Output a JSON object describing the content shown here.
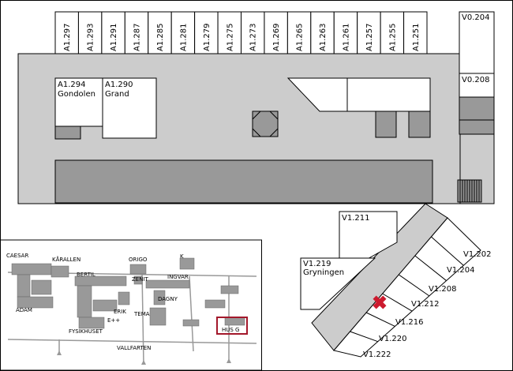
{
  "colors": {
    "floor": "#cccccc",
    "dark": "#999999",
    "outline": "#000000",
    "room": "#ffffff",
    "marker": "#cc1a2e",
    "highlight": "#a3182b"
  },
  "top_rooms": [
    "A1.297",
    "A1.293",
    "A1.291",
    "A1.287",
    "A1.285",
    "A1.281",
    "A1.279",
    "A1.275",
    "A1.273",
    "A1.269",
    "A1.265",
    "A1.263",
    "A1.261",
    "A1.257",
    "A1.255",
    "A1.251"
  ],
  "right_rooms": {
    "v204": "V0.204",
    "v208": "V0.208"
  },
  "rooms": {
    "a1294": {
      "code": "A1.294",
      "name": "Gondolen"
    },
    "a1290": {
      "code": "A1.290",
      "name": "Grand"
    },
    "v1211": {
      "code": "V1.211"
    },
    "v1219": {
      "code": "V1.219",
      "name": "Gryningen"
    }
  },
  "wing_rooms": [
    "V1.202",
    "V1.204",
    "V1.208",
    "V1.212",
    "V1.216",
    "V1.220",
    "V1.222"
  ],
  "marker_icon": "cross-marker-icon",
  "overview": {
    "buildings": [
      "CAESAR",
      "KÅRALLEN",
      "BERTIL",
      "ORIGO",
      "K",
      "ZENIT",
      "INGVAR",
      "DAGNY",
      "ADAM",
      "ERIK",
      "E++",
      "TEMA",
      "FYSIKHUSET",
      "VALLFARTEN"
    ],
    "highlight": "HUS G"
  }
}
